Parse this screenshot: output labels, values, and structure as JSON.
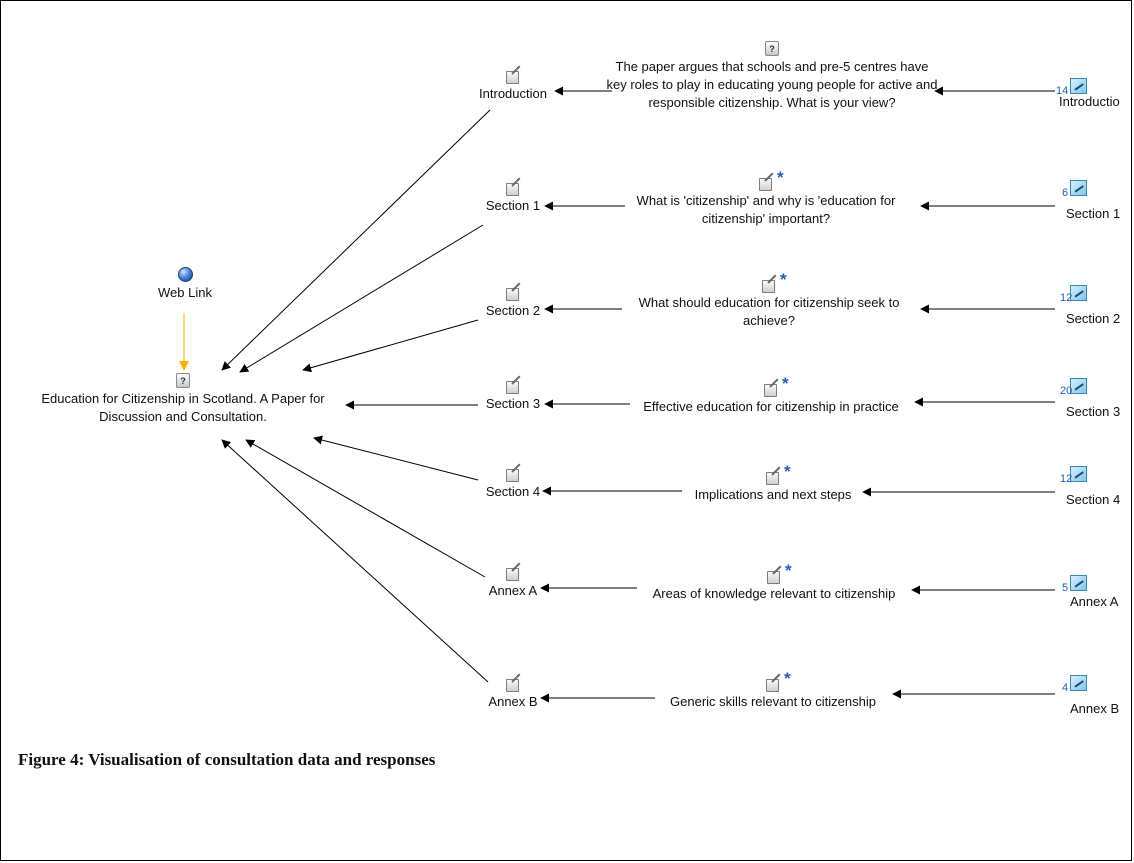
{
  "caption": "Figure 4: Visualisation of consultation data and responses",
  "colors": {
    "arrow": "#000000",
    "weblink_arrow": "#f5b400",
    "star": "#1f5fb4",
    "count": "#1f5fb4"
  },
  "web_link": {
    "label": "Web Link",
    "icon": "globe-icon"
  },
  "root": {
    "label": "Education for Citizenship in Scotland. A Paper for Discussion and Consultation.",
    "icon": "question-icon"
  },
  "rows": [
    {
      "section": "Introduction",
      "question": "The paper argues that schools and pre-5 centres have key roles to play in educating young people for active and responsible citizenship. What is your view?",
      "question_icon": "question-icon",
      "responses": {
        "count": "14",
        "label": "Introductio"
      }
    },
    {
      "section": "Section 1",
      "question": "What is 'citizenship' and why is 'education for citizenship' important?",
      "question_icon": "note-star-icon",
      "responses": {
        "count": "6",
        "label": "Section 1"
      }
    },
    {
      "section": "Section 2",
      "question": "What should education for citizenship seek to achieve?",
      "question_icon": "note-star-icon",
      "responses": {
        "count": "12",
        "label": "Section 2"
      }
    },
    {
      "section": "Section 3",
      "question": "Effective education for citizenship in practice",
      "question_icon": "note-star-icon",
      "responses": {
        "count": "20",
        "label": "Section 3"
      }
    },
    {
      "section": "Section 4",
      "question": "Implications and next steps",
      "question_icon": "note-star-icon",
      "responses": {
        "count": "12",
        "label": "Section 4"
      }
    },
    {
      "section": "Annex A",
      "question": "Areas of knowledge relevant to citizenship",
      "question_icon": "note-star-icon",
      "responses": {
        "count": "5",
        "label": "Annex A"
      }
    },
    {
      "section": "Annex B",
      "question": "Generic skills relevant to citizenship",
      "question_icon": "note-star-icon",
      "responses": {
        "count": "4",
        "label": "Annex B"
      }
    }
  ]
}
